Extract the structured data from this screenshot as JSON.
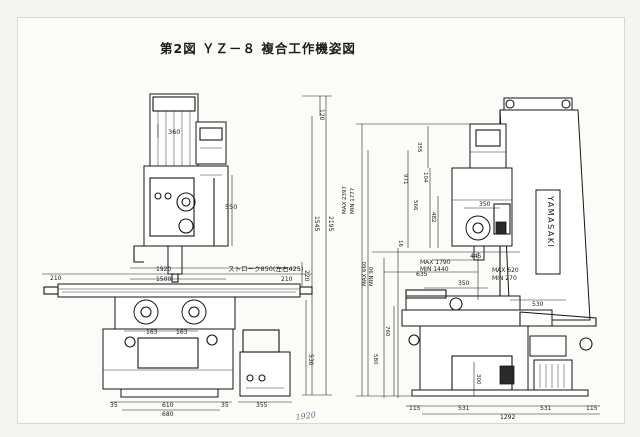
{
  "title": "第2図 ＹＺ－８ 複合工作機姿図",
  "front_view": {
    "dims": {
      "d360": "360",
      "d550": "550",
      "d120": "120",
      "d1545": "1545",
      "d2195": "2195",
      "d210_left": "210",
      "d1920": "1920",
      "d1500": "1500",
      "d210_right": "210",
      "d220": "220",
      "stroke": "ストローク850(左右425)",
      "d163_left": "163",
      "d163_right": "163",
      "d530": "530",
      "d35_left": "35",
      "d610": "610",
      "d35_right": "35",
      "d680": "680",
      "d355": "355"
    }
  },
  "side_view": {
    "nameplate": "YAMASAKI",
    "dims": {
      "d355": "355",
      "d971": "971",
      "d104": "104",
      "d566": "566",
      "d482": "482",
      "d350": "350",
      "max2397": "MAX 2397",
      "min1777": "MIN 1777",
      "d16": "16",
      "max1790": "MAX 1790",
      "min1440": "MIN 1440",
      "d445": "445",
      "max620": "MAX 620",
      "min270": "MIN 270",
      "d635": "635",
      "max660": "MAX 660",
      "min90": "MIN 90",
      "d350b": "350",
      "d530": "530",
      "d760": "760",
      "d580": "580",
      "d300": "300",
      "d115_left": "115",
      "d531_left": "531",
      "d531_right": "531",
      "d115_right": "115",
      "d1292": "1292"
    }
  },
  "handwritten_note": "1920"
}
